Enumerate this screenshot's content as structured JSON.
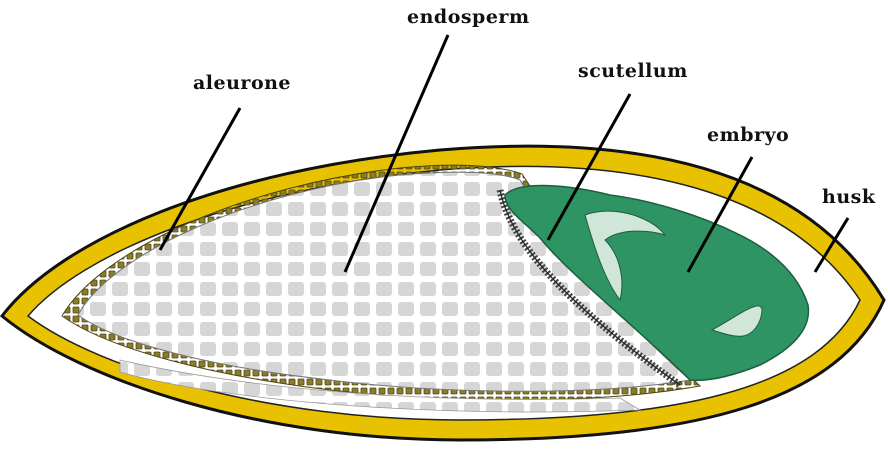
{
  "labels": {
    "endosperm": "endosperm",
    "aleurone": "aleurone",
    "scutellum": "scutellum",
    "embryo": "embryo",
    "husk": "husk"
  },
  "colors": {
    "husk": "#e8c200",
    "husk_outline": "#111111",
    "seed_coat": "#ffffff",
    "aleurone": "#8a7d2a",
    "endosperm_cells": "#d9d9d9",
    "embryo": "#2e9464",
    "embryo_light": "#cfe6d8",
    "scutellum": "#555555"
  }
}
